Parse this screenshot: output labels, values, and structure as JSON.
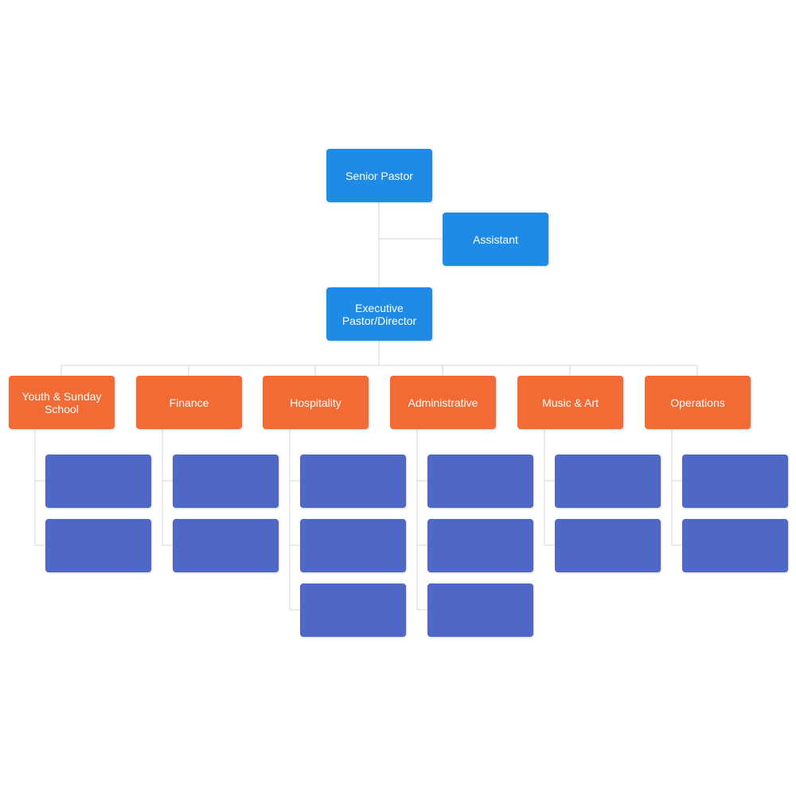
{
  "chart": {
    "senior_pastor": "Senior Pastor",
    "assistant": "Assistant",
    "executive": "Executive Pastor/Director",
    "departments": [
      {
        "label": "Youth & Sunday School",
        "sub_count": 2
      },
      {
        "label": "Finance",
        "sub_count": 2
      },
      {
        "label": "Hospitality",
        "sub_count": 3
      },
      {
        "label": "Administrative",
        "sub_count": 3
      },
      {
        "label": "Music & Art",
        "sub_count": 2
      },
      {
        "label": "Operations",
        "sub_count": 2
      }
    ]
  },
  "colors": {
    "leadership": "#1e8be6",
    "department": "#f26b35",
    "sub_role": "#4f68c8",
    "connector": "#d4d4d4"
  }
}
